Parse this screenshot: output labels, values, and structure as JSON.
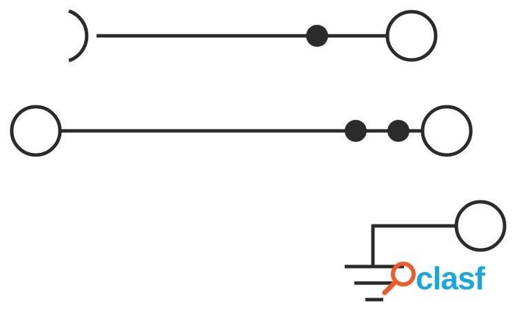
{
  "diagram": {
    "rows": [
      {
        "left_end": "socket-half-circle",
        "junction_dots": 1,
        "right_end": "terminal-circle"
      },
      {
        "left_end": "terminal-circle",
        "junction_dots": 2,
        "right_end": "terminal-circle"
      },
      {
        "left_end": "ground-symbol",
        "junction_dots": 0,
        "right_end": "terminal-circle"
      }
    ],
    "colors": {
      "line": "#2b2b2b",
      "background": "#ffffff"
    }
  },
  "watermark": {
    "text": "clasf",
    "colors": {
      "text": "#1aa7e0",
      "magnifier": "#f05a28"
    }
  }
}
